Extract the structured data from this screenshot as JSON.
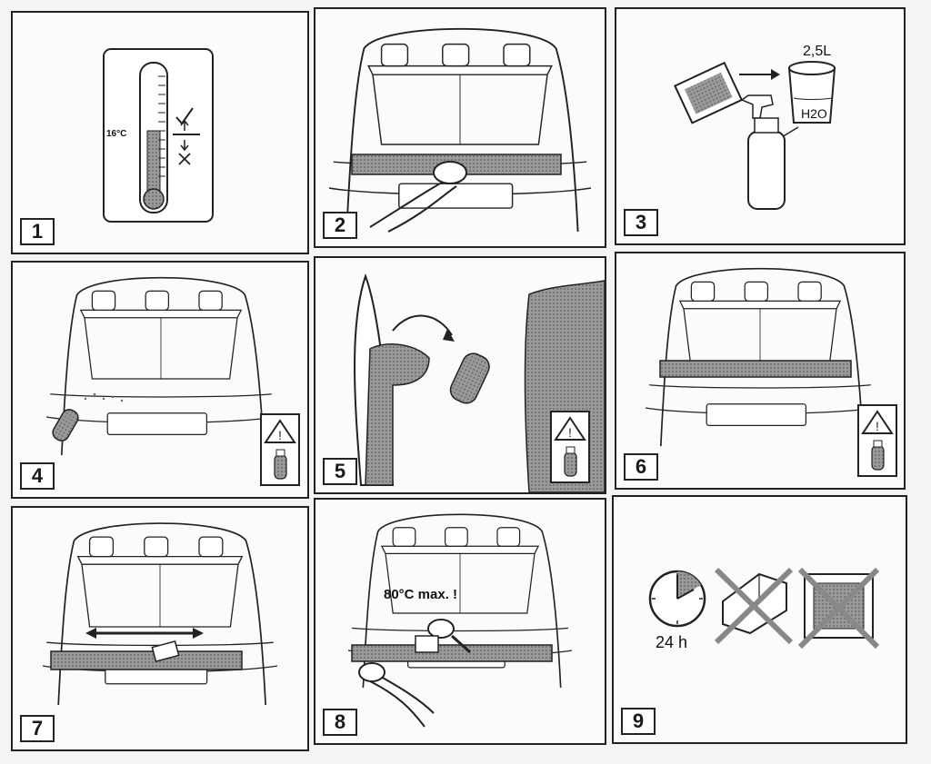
{
  "steps": [
    {
      "number": "1",
      "temperature": "16°C"
    },
    {
      "number": "2"
    },
    {
      "number": "3",
      "volume": "2,5L",
      "liquid": "H2O"
    },
    {
      "number": "4"
    },
    {
      "number": "5"
    },
    {
      "number": "6"
    },
    {
      "number": "7"
    },
    {
      "number": "8",
      "heat_note": "80°C max. !"
    },
    {
      "number": "9",
      "duration": "24 h"
    }
  ]
}
